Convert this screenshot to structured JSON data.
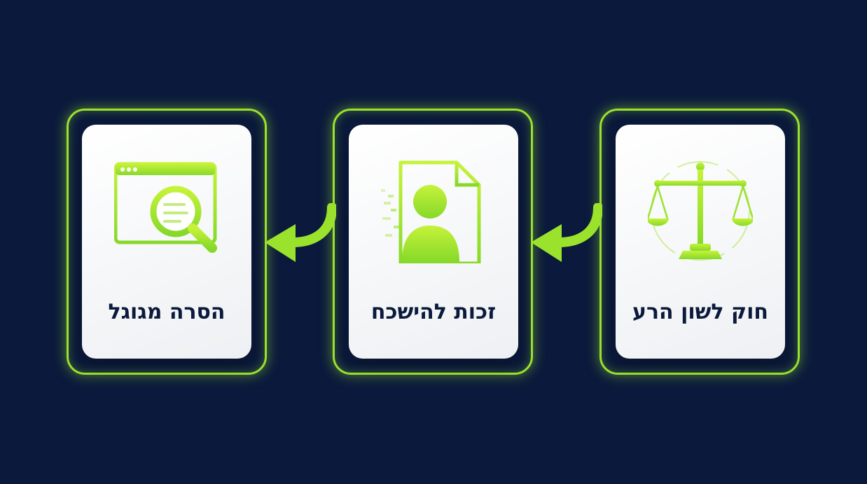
{
  "steps": [
    {
      "label": "הסרה מגוגל",
      "icon": "search-document-icon"
    },
    {
      "label": "זכות להישכח",
      "icon": "person-document-icon"
    },
    {
      "label": "חוק לשון הרע",
      "icon": "scales-icon"
    }
  ],
  "colors": {
    "background": "#0b1a3c",
    "accent": "#9be22d",
    "card": "#ffffff",
    "text": "#0b1a3c"
  }
}
